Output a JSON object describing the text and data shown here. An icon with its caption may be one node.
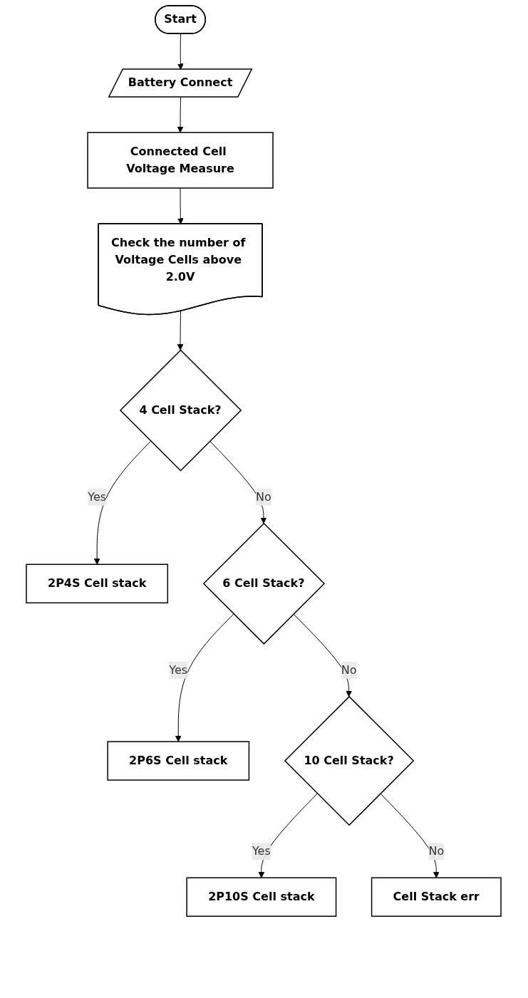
{
  "diagram": {
    "nodes": [
      {
        "text": [
          "Start"
        ]
      },
      {
        "text": [
          "Battery Connect"
        ]
      },
      {
        "text": [
          "Connected Cell Voltage Measure"
        ]
      },
      {
        "text": [
          "Check the number of Voltage Cells above 2.0V"
        ]
      },
      {
        "text": [
          "4 Cell Stack?"
        ]
      },
      {
        "text": [
          "2P4S Cell stack"
        ]
      },
      {
        "text": [
          "6 Cell Stack?"
        ]
      },
      {
        "text": [
          "2P6S Cell stack"
        ]
      },
      {
        "text": [
          "10 Cell Stack?"
        ]
      },
      {
        "text": [
          "2P10S Cell stack"
        ]
      },
      {
        "text": [
          "Cell Stack err"
        ]
      }
    ],
    "edges": [
      {
        "from": 0,
        "to": 1,
        "arrow": "to"
      },
      {
        "from": 1,
        "to": 2,
        "arrow": "to"
      },
      {
        "from": 2,
        "to": 3,
        "arrow": "to"
      },
      {
        "from": 3,
        "to": 4,
        "arrow": "to"
      },
      {
        "from": 4,
        "to": 5,
        "arrow": "to",
        "label": "Yes"
      },
      {
        "from": 4,
        "to": 6,
        "arrow": "to",
        "label": "No"
      },
      {
        "from": 6,
        "to": 7,
        "arrow": "to",
        "label": "Yes"
      },
      {
        "from": 6,
        "to": 8,
        "arrow": "to",
        "label": "No"
      },
      {
        "from": 8,
        "to": 9,
        "arrow": "to",
        "label": "Yes"
      },
      {
        "from": 8,
        "to": 10,
        "arrow": "to",
        "label": "No"
      }
    ]
  }
}
